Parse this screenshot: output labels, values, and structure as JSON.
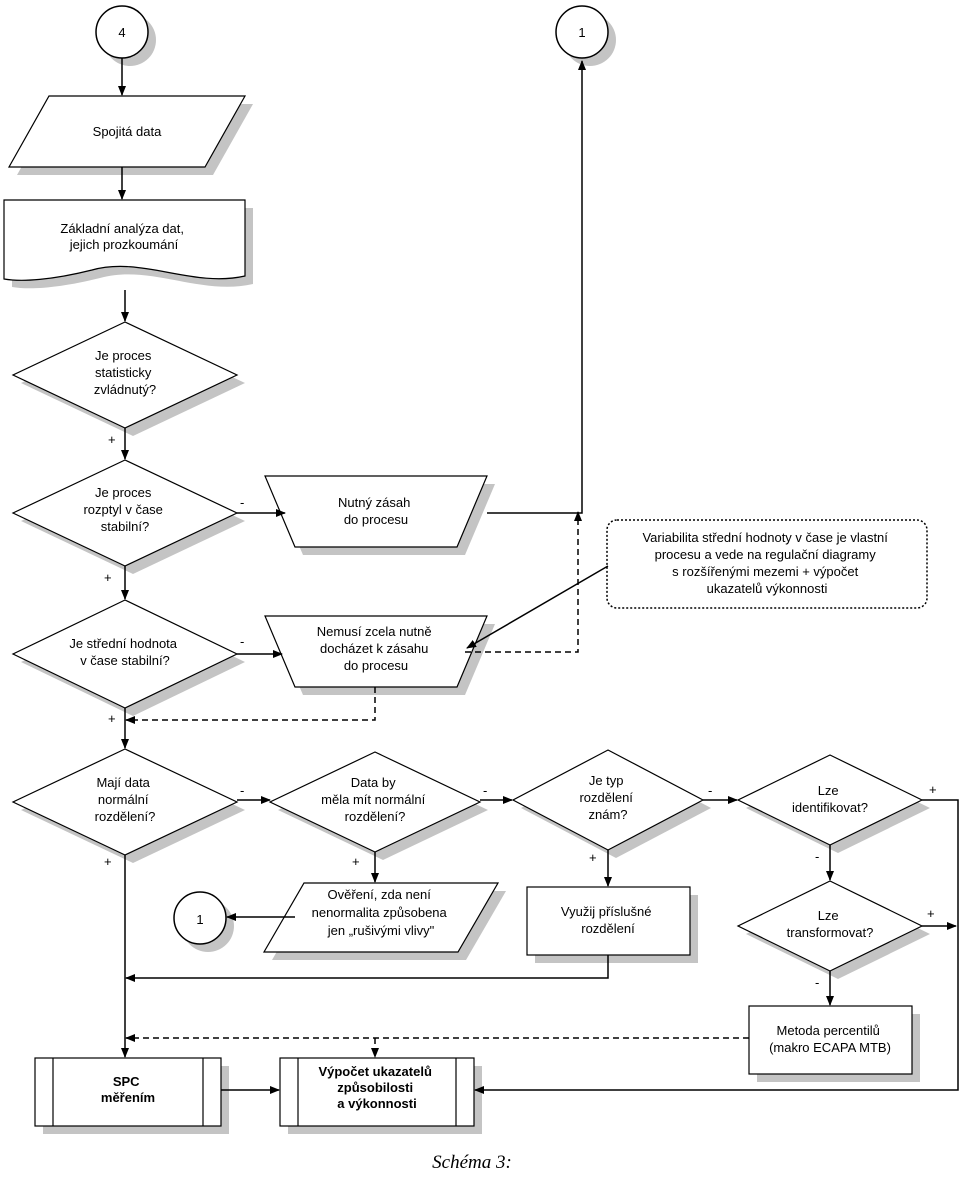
{
  "connectors": {
    "c4": "4",
    "c1_top": "1",
    "c1_left": "1"
  },
  "nodes": {
    "spojita_data": [
      "Spojitá data"
    ],
    "zakladni_analyza": [
      "Základní analýza dat,",
      "jejich prozkoumání"
    ],
    "q_zvladnuty": [
      "Je proces",
      "statisticky",
      "zvládnutý?"
    ],
    "q_rozptyl": [
      "Je proces",
      "rozptyl v čase",
      "stabilní?"
    ],
    "nutny_zasah": [
      "Nutný zásah",
      "do procesu"
    ],
    "poznamka_variabilita": [
      "Variabilita střední hodnoty v čase je vlastní",
      "procesu a vede na regulační diagramy",
      "s rozšířenými mezemi + výpočet",
      "ukazatelů výkonnosti"
    ],
    "q_stredni": [
      "Je střední hodnota",
      "v čase stabilní?"
    ],
    "nemusi_zasah": [
      "Nemusí zcela nutně",
      "docházet k zásahu",
      "do procesu"
    ],
    "q_normalni": [
      "Mají data",
      "normální",
      "rozdělení?"
    ],
    "q_mela_normalni": [
      "Data by",
      "měla mít normální",
      "rozdělení?"
    ],
    "q_typ_znam": [
      "Je typ",
      "rozdělení",
      "znám?"
    ],
    "q_identifikovat": [
      "Lze",
      "identifikovat?"
    ],
    "overeni": [
      "Ověření, zda není",
      "nenormalita způsobena",
      "jen „rušivými vlivy\""
    ],
    "vyuzij": [
      "Využij příslušné",
      "rozdělení"
    ],
    "q_transformovat": [
      "Lze",
      "transformovat?"
    ],
    "metoda_percentilu": [
      "Metoda percentilů",
      "(makro ECAPA MTB)"
    ],
    "spc": [
      "SPC",
      "měřením"
    ],
    "vypocet": [
      "Výpočet ukazatelů",
      "způsobilosti",
      "a výkonnosti"
    ]
  },
  "signs": {
    "plus": "+",
    "minus": "-"
  },
  "caption": "Schéma 3:"
}
